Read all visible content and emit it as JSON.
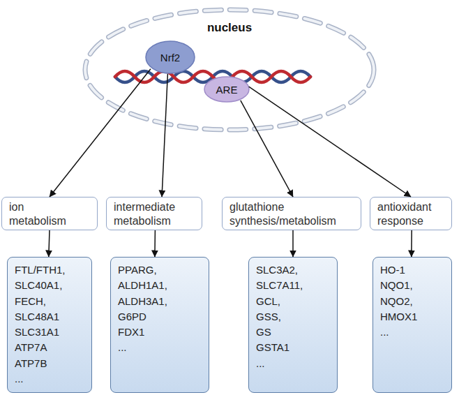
{
  "diagram": {
    "nodes": [
      {
        "text": [
          "nucleus"
        ]
      },
      {
        "text": [
          "Nrf2"
        ],
        "in": 0
      },
      {
        "text": [
          "ARE"
        ],
        "in": 0
      },
      {
        "text": [
          "ion metabolism"
        ]
      },
      {
        "text": [
          "intermediate metabolism"
        ]
      },
      {
        "text": [
          "glutathione synthesis/metabolism"
        ]
      },
      {
        "text": [
          "antioxidant response"
        ]
      },
      {
        "text": [
          "FTL/FTH1,",
          "SLC40A1,",
          "FECH,",
          "SLC48A1",
          "SLC31A1",
          "ATP7A",
          "ATP7B",
          "..."
        ]
      },
      {
        "text": [
          "PPARG,",
          "ALDH1A1,",
          "ALDH3A1,",
          "G6PD",
          "FDX1",
          "..."
        ]
      },
      {
        "text": [
          "SLC3A2,",
          "SLC7A11,",
          "GCL,",
          "GSS,",
          "GS",
          "GSTA1",
          "..."
        ]
      },
      {
        "text": [
          "HO-1",
          "NQO1,",
          "NQO2,",
          "HMOX1",
          "..."
        ]
      }
    ],
    "edges": [
      {
        "from": 1,
        "to": 3,
        "arrow": "to"
      },
      {
        "from": 1,
        "to": 4,
        "arrow": "to"
      },
      {
        "from": 2,
        "to": 5,
        "arrow": "to"
      },
      {
        "from": 2,
        "to": 6,
        "arrow": "to"
      },
      {
        "from": 3,
        "to": 7,
        "arrow": "to"
      },
      {
        "from": 4,
        "to": 8,
        "arrow": "to"
      },
      {
        "from": 5,
        "to": 9,
        "arrow": "to"
      },
      {
        "from": 6,
        "to": 10,
        "arrow": "to"
      }
    ]
  }
}
